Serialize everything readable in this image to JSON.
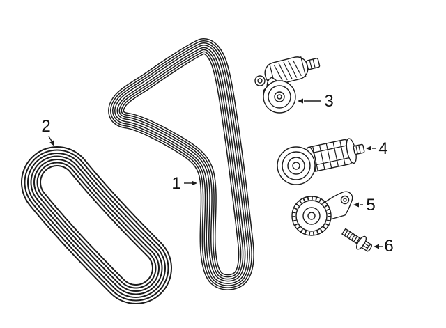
{
  "colors": {
    "background": "#ffffff",
    "line_art": "#1c1c1c",
    "label_text": "#111111"
  },
  "callouts": [
    "1",
    "2",
    "3",
    "4",
    "5",
    "6"
  ]
}
